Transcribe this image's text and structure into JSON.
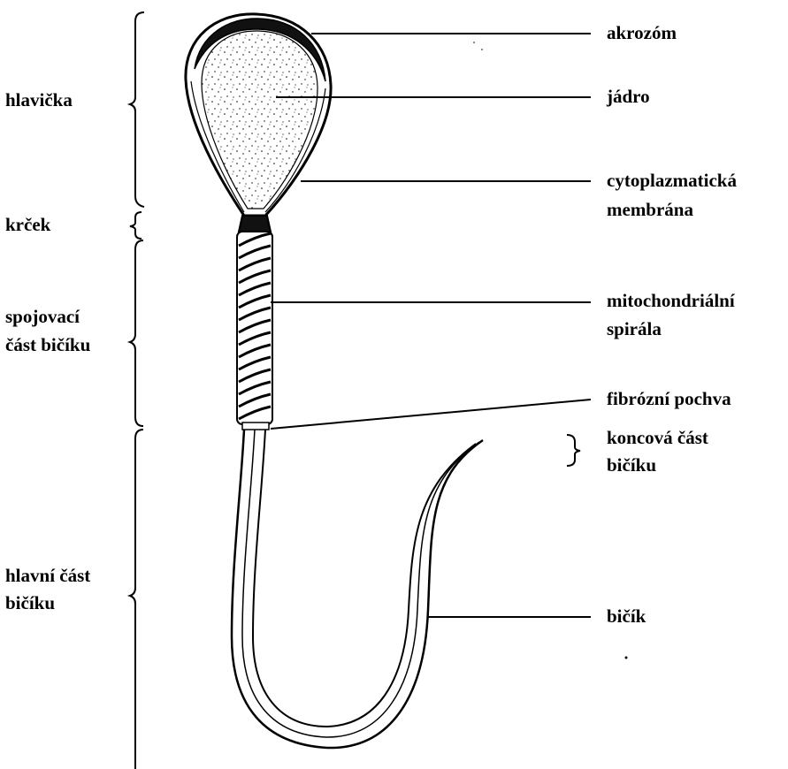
{
  "left_labels": {
    "head": "hlavička",
    "neck": "krček",
    "middle_piece_line1": "spojovací",
    "middle_piece_line2": "část bičíku",
    "main_piece_line1": "hlavní část",
    "main_piece_line2": "bičíku"
  },
  "right_labels": {
    "acrosome": "akrozóm",
    "nucleus": "jádro",
    "membrane_line1": "cytoplazmatická",
    "membrane_line2": "membrána",
    "mito_line1": "mitochondriální",
    "mito_line2": "spirála",
    "fibrous_sheath": "fibrózní pochva",
    "end_piece_line1": "koncová část",
    "end_piece_line2": "bičíku",
    "flagellum": "bičík"
  }
}
